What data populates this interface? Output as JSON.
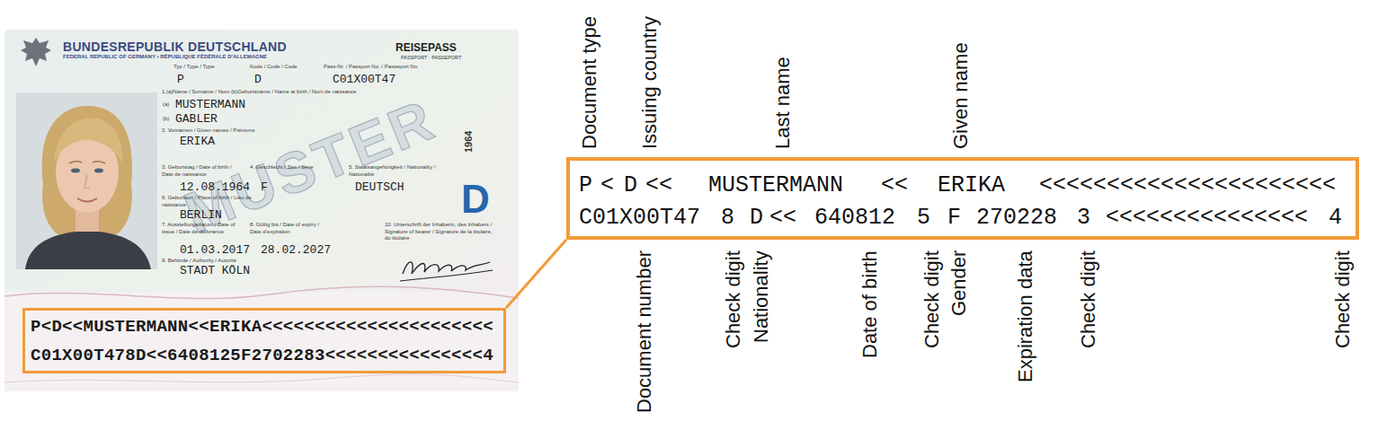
{
  "diagram": {
    "nodes": [
      {
        "text": [
          "BUNDESREPUBLIK DEUTSCHLAND",
          "FEDERAL REPUBLIC OF GERMANY • RÉPUBLIQUE FÉDÉRALE D'ALLEMAGNE",
          "REISEPASS",
          "PASSPORT · PASSEPORT",
          "Typ / Type / Type",
          "Kode / Code / Code",
          "Pass-Nr. / Passport No. / Passeport No.",
          "P",
          "D",
          "C01X00T47",
          "1.(a)Name / Surname / Nom (b)Geburtsname / Name at birth / Nom de naissance",
          "(a)",
          "MUSTERMANN",
          "(b)",
          "GABLER",
          "2. Vornamen / Given names / Prénoms",
          "ERIKA",
          "1964",
          "3. Geburtstag / Date of birth / Date de naissance",
          "4. Geschlecht / Sex / Sexe",
          "5. Staatsangehörigkeit / Nationality / Nationalité",
          "12.08.1964",
          "F",
          "DEUTSCH",
          "D",
          "6. Geburtsort / Place of birth / Lieu de naissance",
          "BERLIN",
          "7. Ausstellungsdatum / Date of issue / Date de délivrance",
          "8. Gültig bis / Date of expiry / Date d'expiration",
          "10. Unterschrift der Inhaberin, des Inhabers / Signature of bearer / Signature de la titulaire, du titulaire",
          "01.03.2017",
          "28.02.2027",
          "9. Behörde / Authority / Autorité",
          "STADT KÖLN"
        ]
      },
      {
        "text": [
          "P<D<<MUSTERMANN<<ERIKA<<<<<<<<<<<<<<<<<<<<<<",
          "C01X00T478D<<6408125F2702283<<<<<<<<<<<<<<<4"
        ],
        "in": 0
      },
      {
        "text": [
          "P",
          "<",
          "D",
          "<<",
          "MUSTERMANN",
          "<<",
          "ERIKA",
          "<<<<<<<<<<<<<<<<<<<<<<",
          "C01X00T47",
          "8",
          "D",
          "<<",
          "640812",
          "5",
          "F",
          "270228",
          "3",
          "<<<<<<<<<<<<<<<",
          "4"
        ]
      }
    ],
    "edges": [
      {
        "from": 1,
        "to": 2,
        "arrow": "none"
      }
    ],
    "labels": [
      "MUSTER",
      "Document type",
      "Issuing country",
      "Last name",
      "Given name",
      "Document number",
      "Check digit",
      "Nationality",
      "Date of birth",
      "Check digit",
      "Gender",
      "Expiration data",
      "Check digit",
      "Check digit"
    ]
  }
}
